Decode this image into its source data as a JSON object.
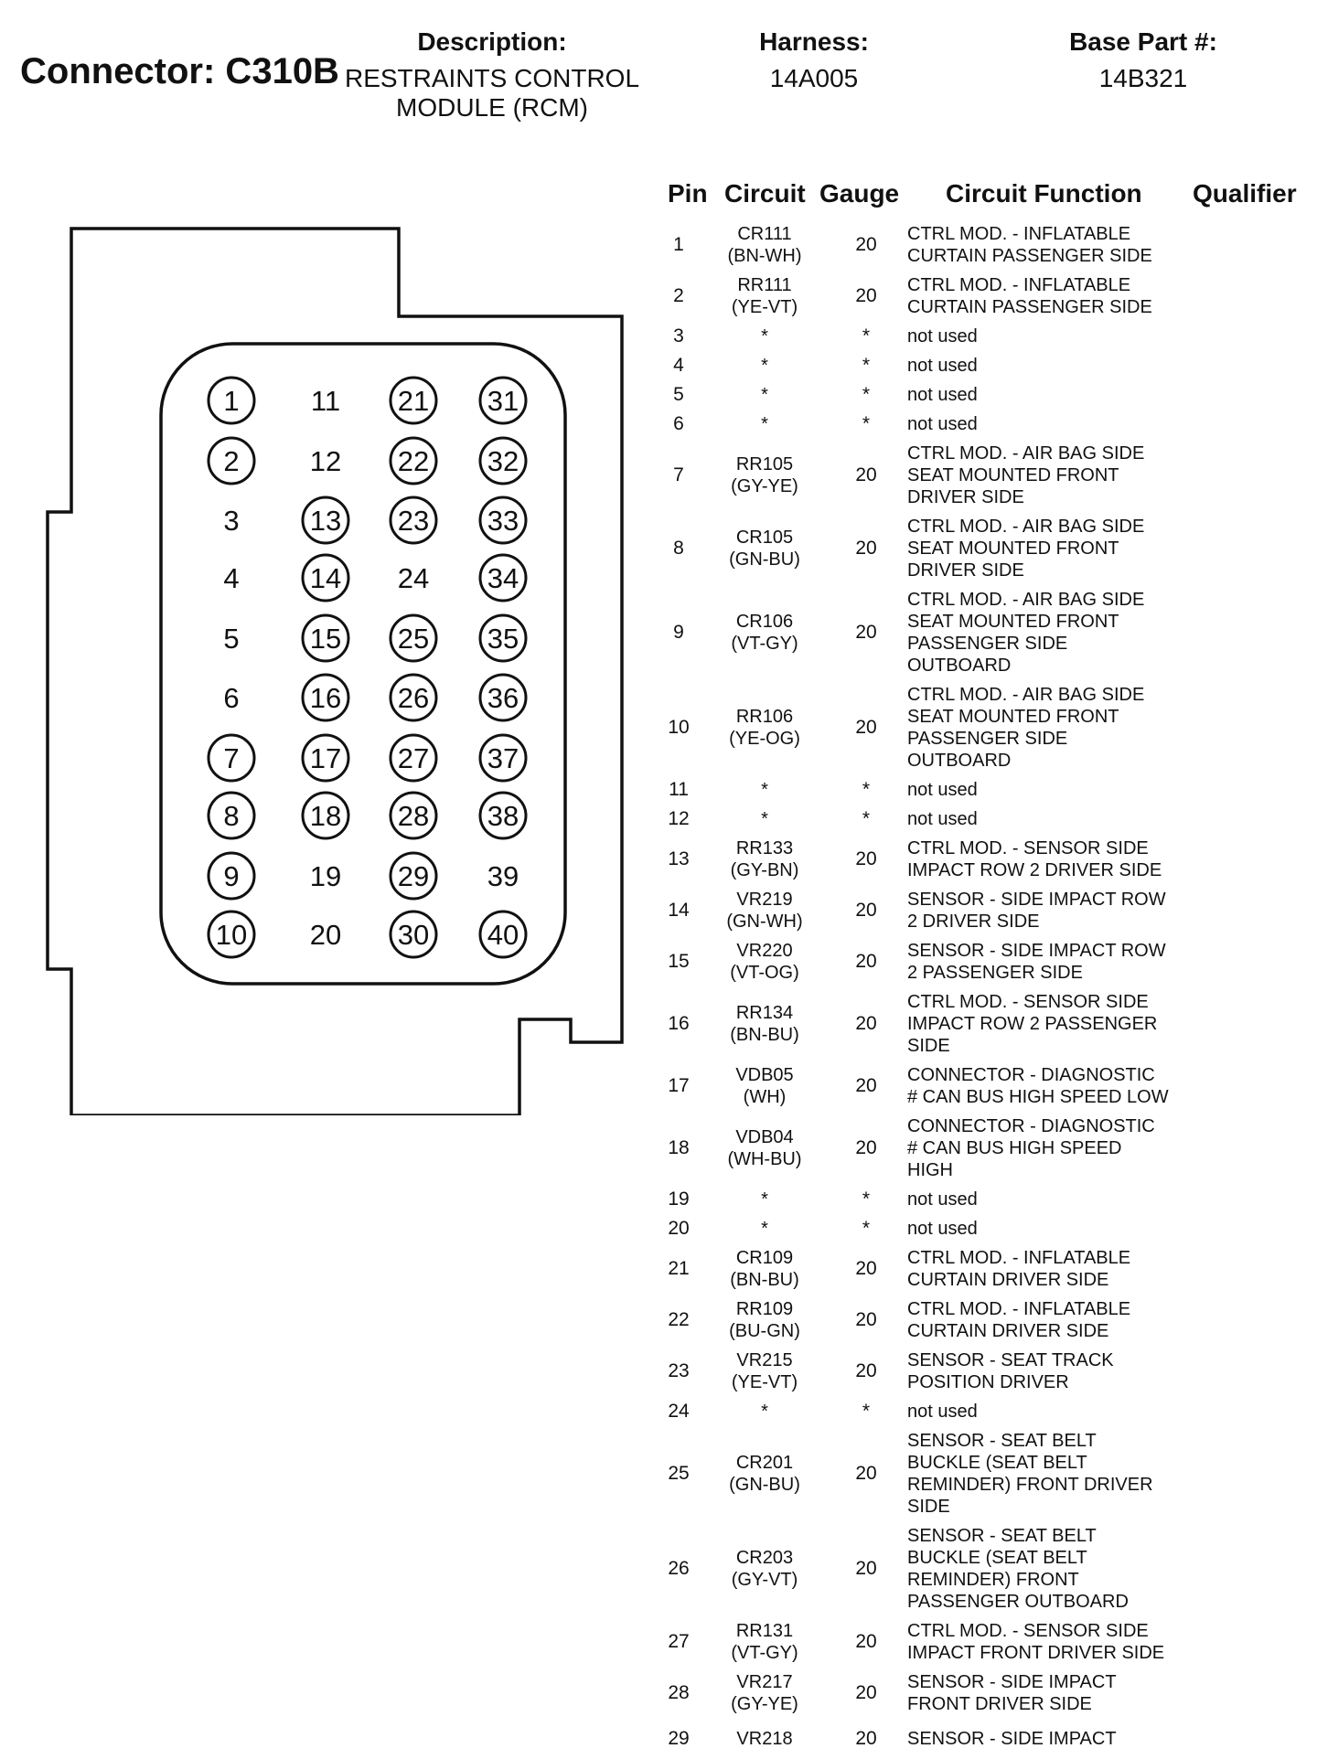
{
  "header": {
    "connector_label": "Connector: C310B",
    "description_label": "Description:",
    "description_lines": [
      "RESTRAINTS CONTROL",
      "MODULE (RCM)"
    ],
    "harness_label": "Harness:",
    "harness_value": "14A005",
    "base_part_label": "Base Part #:",
    "base_part_value": "14B321"
  },
  "connector_face": {
    "circled_pins": [
      "1",
      "2",
      "7",
      "8",
      "9",
      "10",
      "13",
      "14",
      "15",
      "16",
      "17",
      "18",
      "21",
      "22",
      "23",
      "25",
      "26",
      "27",
      "28",
      "29",
      "30",
      "31",
      "32",
      "33",
      "34",
      "35",
      "36",
      "37",
      "38",
      "40"
    ],
    "plain_pins": [
      "3",
      "4",
      "5",
      "6",
      "11",
      "12",
      "19",
      "20",
      "24",
      "39"
    ]
  },
  "table": {
    "headers": {
      "pin": "Pin",
      "circuit": "Circuit",
      "gauge": "Gauge",
      "function": "Circuit Function",
      "qualifier": "Qualifier"
    },
    "rows": [
      {
        "pin": "1",
        "circuit": [
          "CR111",
          "(BN-WH)"
        ],
        "gauge": "20",
        "function": [
          "CTRL MOD. - INFLATABLE",
          "CURTAIN PASSENGER SIDE"
        ]
      },
      {
        "pin": "2",
        "circuit": [
          "RR111",
          "(YE-VT)"
        ],
        "gauge": "20",
        "function": [
          "CTRL MOD. - INFLATABLE",
          "CURTAIN PASSENGER SIDE"
        ]
      },
      {
        "pin": "3",
        "circuit": [
          "*"
        ],
        "gauge": "*",
        "function": [
          "not used"
        ]
      },
      {
        "pin": "4",
        "circuit": [
          "*"
        ],
        "gauge": "*",
        "function": [
          "not used"
        ]
      },
      {
        "pin": "5",
        "circuit": [
          "*"
        ],
        "gauge": "*",
        "function": [
          "not used"
        ]
      },
      {
        "pin": "6",
        "circuit": [
          "*"
        ],
        "gauge": "*",
        "function": [
          "not used"
        ]
      },
      {
        "pin": "7",
        "circuit": [
          "RR105",
          "(GY-YE)"
        ],
        "gauge": "20",
        "function": [
          "CTRL MOD. - AIR BAG SIDE",
          "SEAT MOUNTED FRONT",
          "DRIVER SIDE"
        ]
      },
      {
        "pin": "8",
        "circuit": [
          "CR105",
          "(GN-BU)"
        ],
        "gauge": "20",
        "function": [
          "CTRL MOD. - AIR BAG SIDE",
          "SEAT MOUNTED FRONT",
          "DRIVER SIDE"
        ]
      },
      {
        "pin": "9",
        "circuit": [
          "CR106",
          "(VT-GY)"
        ],
        "gauge": "20",
        "function": [
          "CTRL MOD. - AIR BAG SIDE",
          "SEAT MOUNTED FRONT",
          "PASSENGER SIDE",
          "OUTBOARD"
        ]
      },
      {
        "pin": "10",
        "circuit": [
          "RR106",
          "(YE-OG)"
        ],
        "gauge": "20",
        "function": [
          "CTRL MOD. - AIR BAG SIDE",
          "SEAT MOUNTED FRONT",
          "PASSENGER SIDE",
          "OUTBOARD"
        ]
      },
      {
        "pin": "11",
        "circuit": [
          "*"
        ],
        "gauge": "*",
        "function": [
          "not used"
        ]
      },
      {
        "pin": "12",
        "circuit": [
          "*"
        ],
        "gauge": "*",
        "function": [
          "not used"
        ]
      },
      {
        "pin": "13",
        "circuit": [
          "RR133",
          "(GY-BN)"
        ],
        "gauge": "20",
        "function": [
          "CTRL MOD. - SENSOR SIDE",
          "IMPACT ROW 2 DRIVER SIDE"
        ]
      },
      {
        "pin": "14",
        "circuit": [
          "VR219",
          "(GN-WH)"
        ],
        "gauge": "20",
        "function": [
          "SENSOR - SIDE IMPACT ROW",
          "2 DRIVER SIDE"
        ]
      },
      {
        "pin": "15",
        "circuit": [
          "VR220",
          "(VT-OG)"
        ],
        "gauge": "20",
        "function": [
          "SENSOR - SIDE IMPACT ROW",
          "2 PASSENGER SIDE"
        ]
      },
      {
        "pin": "16",
        "circuit": [
          "RR134",
          "(BN-BU)"
        ],
        "gauge": "20",
        "function": [
          "CTRL MOD. - SENSOR SIDE",
          "IMPACT ROW 2 PASSENGER",
          "SIDE"
        ]
      },
      {
        "pin": "17",
        "circuit": [
          "VDB05",
          "(WH)"
        ],
        "gauge": "20",
        "function": [
          "CONNECTOR - DIAGNOSTIC",
          "# CAN BUS HIGH SPEED LOW"
        ]
      },
      {
        "pin": "18",
        "circuit": [
          "VDB04",
          "(WH-BU)"
        ],
        "gauge": "20",
        "function": [
          "CONNECTOR - DIAGNOSTIC",
          "# CAN BUS HIGH SPEED",
          "HIGH"
        ]
      },
      {
        "pin": "19",
        "circuit": [
          "*"
        ],
        "gauge": "*",
        "function": [
          "not used"
        ]
      },
      {
        "pin": "20",
        "circuit": [
          "*"
        ],
        "gauge": "*",
        "function": [
          "not used"
        ]
      },
      {
        "pin": "21",
        "circuit": [
          "CR109",
          "(BN-BU)"
        ],
        "gauge": "20",
        "function": [
          "CTRL MOD. - INFLATABLE",
          "CURTAIN DRIVER SIDE"
        ]
      },
      {
        "pin": "22",
        "circuit": [
          "RR109",
          "(BU-GN)"
        ],
        "gauge": "20",
        "function": [
          "CTRL MOD. - INFLATABLE",
          "CURTAIN DRIVER SIDE"
        ]
      },
      {
        "pin": "23",
        "circuit": [
          "VR215",
          "(YE-VT)"
        ],
        "gauge": "20",
        "function": [
          "SENSOR - SEAT TRACK",
          "POSITION DRIVER"
        ]
      },
      {
        "pin": "24",
        "circuit": [
          "*"
        ],
        "gauge": "*",
        "function": [
          "not used"
        ]
      },
      {
        "pin": "25",
        "circuit": [
          "CR201",
          "(GN-BU)"
        ],
        "gauge": "20",
        "function": [
          "SENSOR - SEAT BELT",
          "BUCKLE (SEAT BELT",
          "REMINDER) FRONT DRIVER",
          "SIDE"
        ]
      },
      {
        "pin": "26",
        "circuit": [
          "CR203",
          "(GY-VT)"
        ],
        "gauge": "20",
        "function": [
          "SENSOR - SEAT BELT",
          "BUCKLE (SEAT BELT",
          "REMINDER) FRONT",
          "PASSENGER OUTBOARD"
        ]
      },
      {
        "pin": "27",
        "circuit": [
          "RR131",
          "(VT-GY)"
        ],
        "gauge": "20",
        "function": [
          "CTRL MOD. - SENSOR SIDE",
          "IMPACT FRONT DRIVER SIDE"
        ]
      },
      {
        "pin": "28",
        "circuit": [
          "VR217",
          "(GY-YE)"
        ],
        "gauge": "20",
        "function": [
          "SENSOR - SIDE IMPACT",
          "FRONT DRIVER SIDE"
        ]
      },
      {
        "pin": "29",
        "circuit": [
          "VR218"
        ],
        "gauge": "20",
        "function": [
          "SENSOR - SIDE IMPACT"
        ]
      }
    ]
  }
}
